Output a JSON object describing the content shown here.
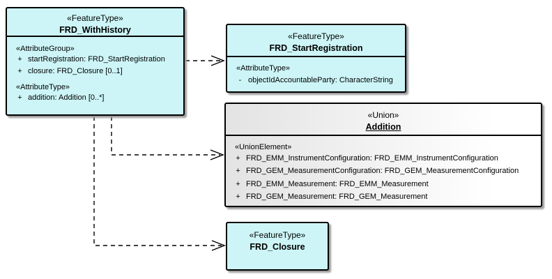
{
  "diagram": {
    "kind": "uml-class-diagram",
    "colors": {
      "feature_fill": "#cdf5f7",
      "union_fill_left": "#e3e3e3",
      "union_fill_right": "#ffffff",
      "border": "#000000",
      "shadow": "#9c9c9c",
      "connector": "#000000",
      "background": "#ffffff"
    }
  },
  "boxes": {
    "withHistory": {
      "stereotype": "«FeatureType»",
      "name": "FRD_WithHistory",
      "sections": [
        {
          "label": "«AttributeGroup»",
          "rows": [
            {
              "vis": "+",
              "text": "startRegistration: FRD_StartRegistration"
            },
            {
              "vis": "+",
              "text": "closure: FRD_Closure [0..1]"
            }
          ]
        },
        {
          "label": "«AttributeType»",
          "rows": [
            {
              "vis": "+",
              "text": "addition: Addition [0..*]"
            }
          ]
        }
      ]
    },
    "startRegistration": {
      "stereotype": "«FeatureType»",
      "name": "FRD_StartRegistration",
      "sections": [
        {
          "label": "«AttributeType»",
          "rows": [
            {
              "vis": "-",
              "text": "objectIdAccountableParty: CharacterString"
            }
          ]
        }
      ]
    },
    "addition": {
      "stereotype": "«Union»",
      "name": "Addition",
      "sections": [
        {
          "label": "«UnionElement»",
          "rows": [
            {
              "vis": "+",
              "text": "FRD_EMM_InstrumentConfiguration: FRD_EMM_InstrumentConfiguration"
            },
            {
              "vis": "+",
              "text": "FRD_GEM_MeasurementConfiguration: FRD_GEM_MeasurementConfiguration"
            },
            {
              "vis": "+",
              "text": "FRD_EMM_Measurement: FRD_EMM_Measurement"
            },
            {
              "vis": "+",
              "text": "FRD_GEM_Measurement: FRD_GEM_Measurement"
            }
          ]
        }
      ]
    },
    "closure": {
      "stereotype": "«FeatureType»",
      "name": "FRD_Closure"
    }
  }
}
